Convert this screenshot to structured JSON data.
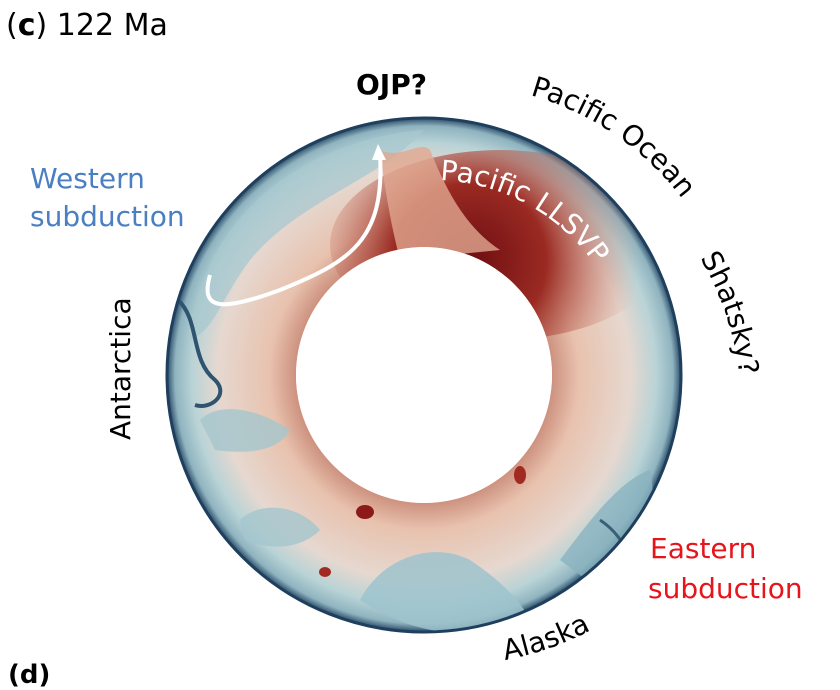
{
  "panel": {
    "letter": "c",
    "title_rest": "122 Ma",
    "next_panel_fragment": "(d)"
  },
  "labels": {
    "ojp": "OJP?",
    "pacific_ocean": "Pacific Ocean",
    "pacific_llsvp": "Pacific LLSVP",
    "shatsky": "Shatsky?",
    "western_line1": "Western",
    "western_line2": "subduction",
    "antarctica": "Antarctica",
    "eastern_line1": "Eastern",
    "eastern_line2": "subduction",
    "alaska": "Alaska"
  },
  "colors": {
    "western": "#4a7fc1",
    "eastern": "#e8141c",
    "cold": "#1f3f5e",
    "cool": "#9ec3cc",
    "warm": "#e6b6a0",
    "hot": "#7a1116",
    "arrow": "#ffffff"
  }
}
